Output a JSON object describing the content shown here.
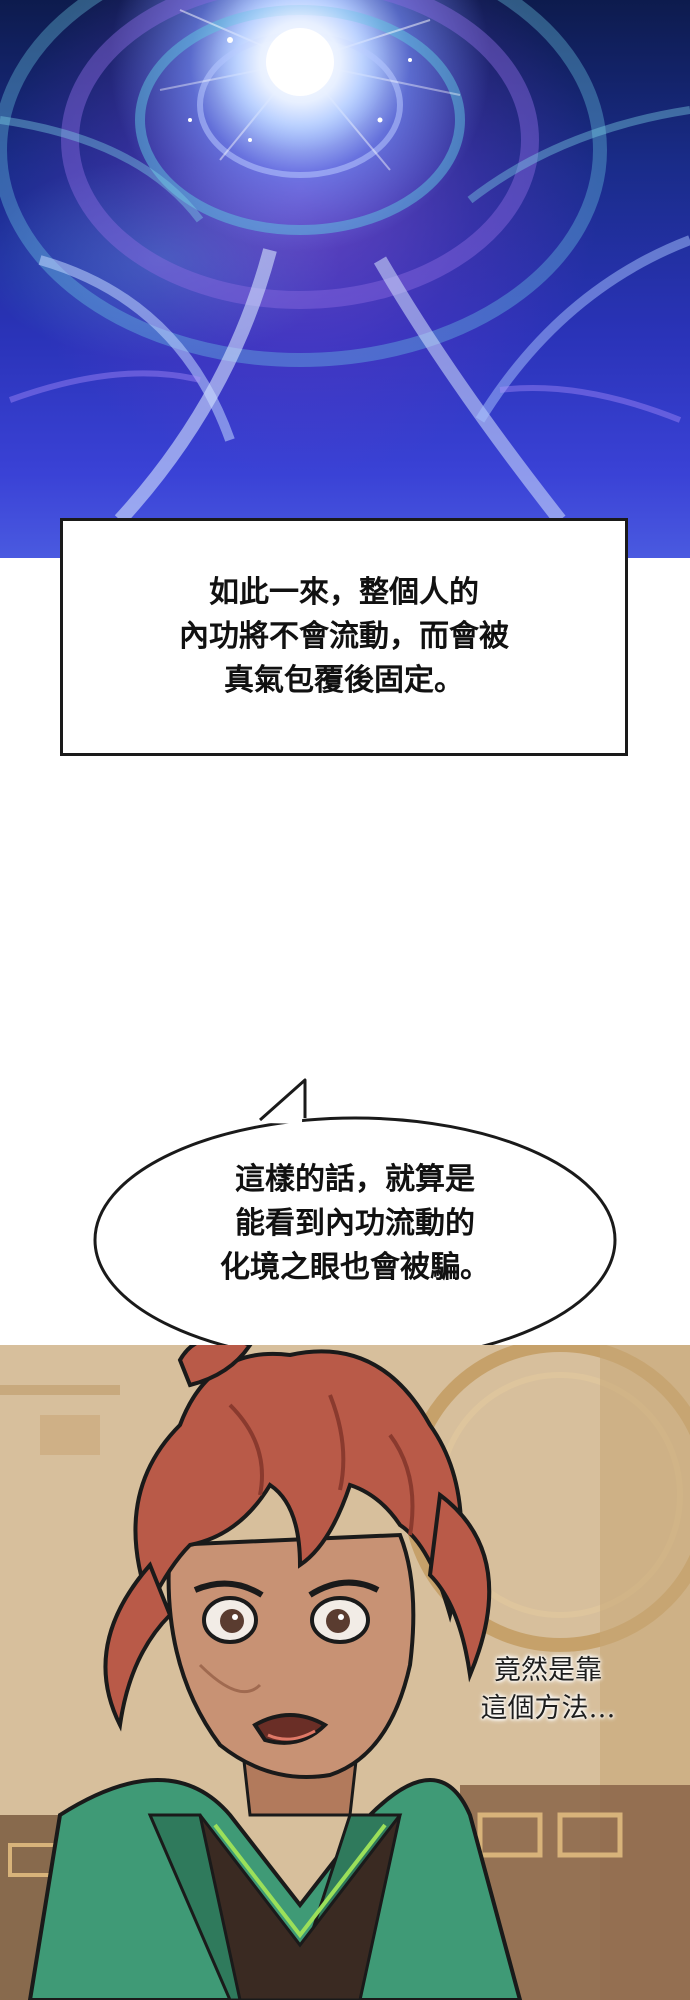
{
  "caption": {
    "lines": [
      "如此一來，整個人的",
      "內功將不會流動，而會被",
      "真氣包覆後固定。"
    ]
  },
  "speech_bubble": {
    "lines": [
      "這樣的話，就算是",
      "能看到內功流動的",
      "化境之眼也會被騙。"
    ]
  },
  "whisper": {
    "lines": [
      "竟然是靠",
      "這個方法…"
    ]
  },
  "colors": {
    "energy_core": "#ffffff",
    "energy_deep": "#2a33b8",
    "caption_border": "#1a1a1a",
    "hair": "#b95a48",
    "jacket": "#3f9a76",
    "background_wall": "#d9c2a0"
  }
}
